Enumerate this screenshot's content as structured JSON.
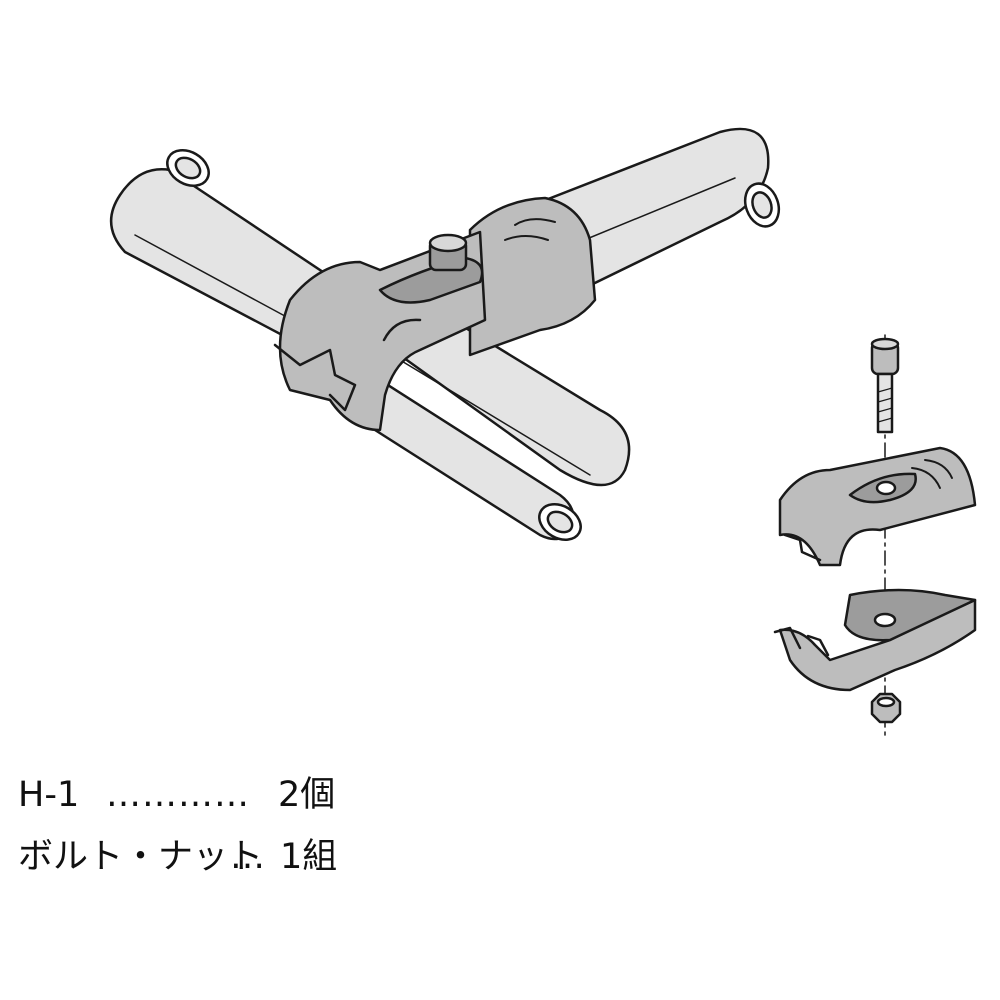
{
  "parts_list": [
    {
      "name": "H-1",
      "leader": "…………",
      "qty": "2個"
    },
    {
      "name": "ボルト・ナット",
      "leader": "…",
      "qty": "1組"
    }
  ],
  "colors": {
    "line": "#1a1a1a",
    "pipe": "#e4e4e4",
    "pipe_shade": "#cfcfcf",
    "joint": "#bdbdbd",
    "joint_dark": "#9c9c9c",
    "background": "#ffffff"
  }
}
